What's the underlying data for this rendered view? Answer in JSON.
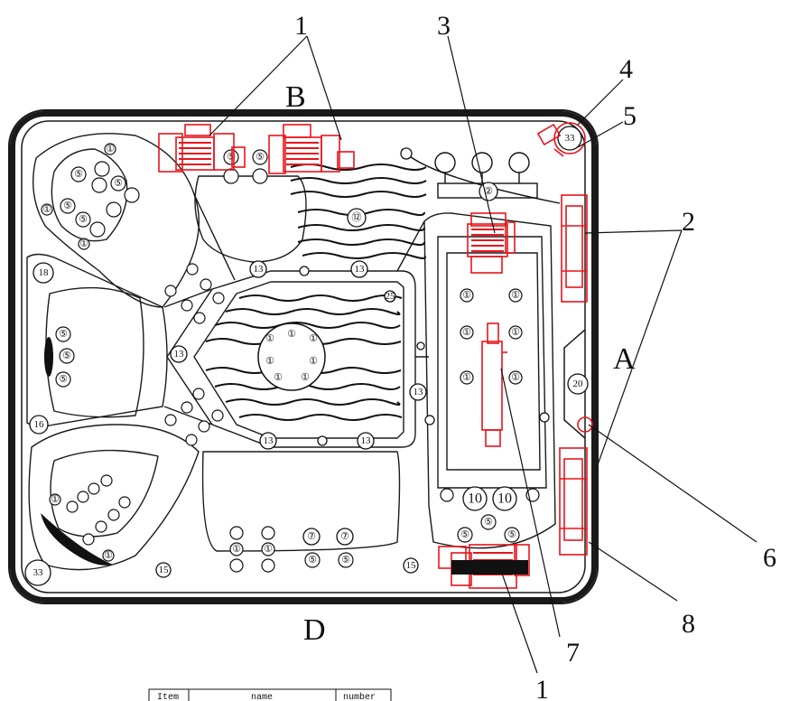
{
  "callouts": {
    "c1_top": "1",
    "c3": "3",
    "c4": "4",
    "c5": "5",
    "c2": "2",
    "c6": "6",
    "c8": "8",
    "c7": "7",
    "c1_bottom": "1"
  },
  "sides": {
    "top": "B",
    "right": "A",
    "bottom": "D"
  },
  "fixtures": {
    "f18": "18",
    "f16": "16",
    "f33a": "33",
    "f33b": "33",
    "f15a": "15",
    "f15b": "15",
    "f20": "20",
    "f13": "13",
    "f25": "25"
  },
  "jets": {
    "one": "①",
    "five": "⑤",
    "seven": "⑦",
    "two": "②",
    "ten": "10",
    "twelve": "⑫"
  },
  "table": {
    "headers": [
      "Item",
      "name",
      "number"
    ]
  },
  "colors": {
    "outline": "#1a1a1a",
    "equipment": "#e8141c"
  }
}
